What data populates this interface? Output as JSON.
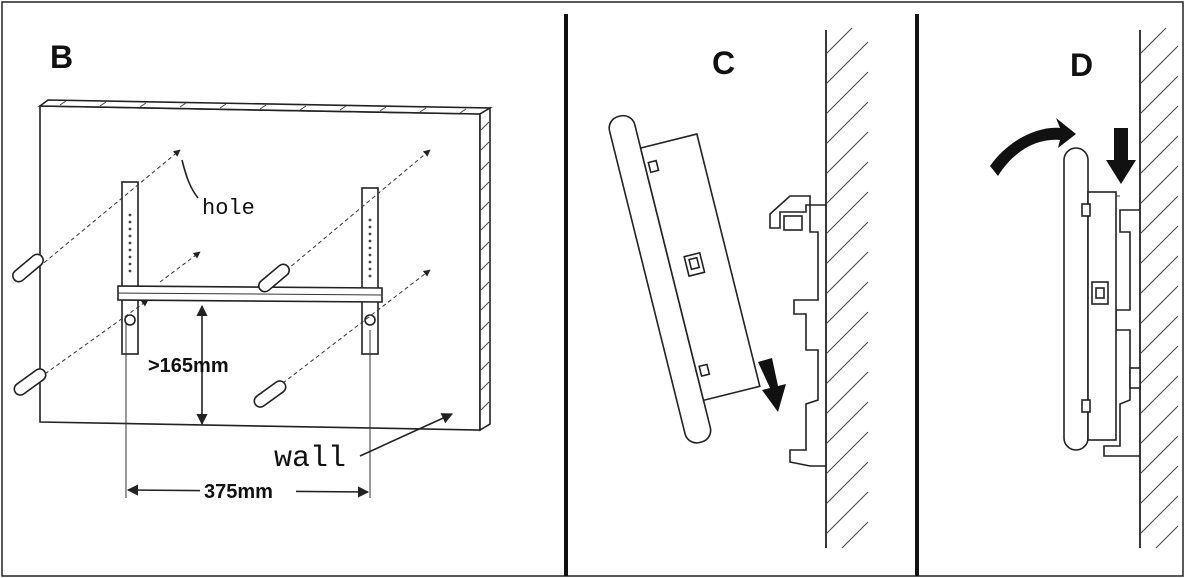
{
  "panels": {
    "b": {
      "label": "B",
      "hole": "hole",
      "wall": "wall",
      "height": ">165mm",
      "width": "375mm"
    },
    "c": {
      "label": "C"
    },
    "d": {
      "label": "D"
    }
  }
}
